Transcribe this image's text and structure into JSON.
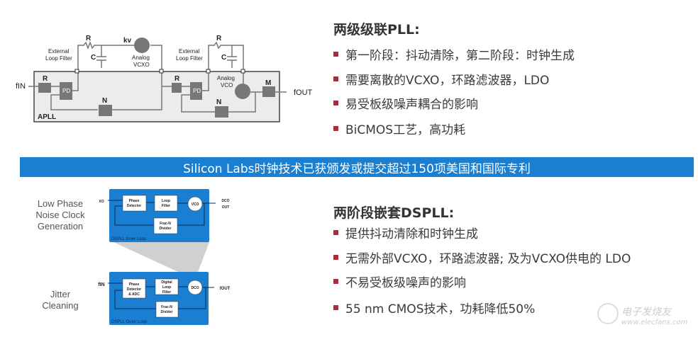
{
  "apll": {
    "fin": "fIN",
    "fout": "fOUT",
    "r": "R",
    "c": "C",
    "n": "N",
    "m": "M",
    "kv": "kv",
    "pd": "PD",
    "ext_loop_filter_1": "External",
    "ext_loop_filter_2": "Loop Filter",
    "vcxo_1": "Analog",
    "vcxo_2": "VCXO",
    "vco_1": "Analog",
    "vco_2": "VCO",
    "box_label": "APLL"
  },
  "section1": {
    "title": "两级级联PLL:",
    "bullets": [
      "第一阶段：抖动清除，第二阶段：时钟生成",
      "需要离散的VCXO，环路滤波器，LDO",
      "易受板级噪声耦合的影响",
      "BiCMOS工艺，高功耗"
    ]
  },
  "banner": {
    "text": "Silicon Labs时钟技术已获颁发或提交超过150项美国和国际专利"
  },
  "dspll": {
    "label_top_1": "Low Phase",
    "label_top_2": "Noise Clock",
    "label_top_3": "Generation",
    "label_bottom_1": "Jitter",
    "label_bottom_2": "Cleaning",
    "xo": "XO",
    "phase_1": "Phase",
    "detector": "Detector",
    "loop": "Loop",
    "filter": "Filter",
    "vco": "VCO",
    "dco_out_1": "DCO",
    "dco_out_2": "OUT",
    "fracn_1": "Frac-N",
    "fracn_2": "Divider",
    "inner_loop": "DSPLL Inner Loop",
    "fin": "fIN",
    "adc": "& ADC",
    "digital": "Digital",
    "dco": "DCO",
    "fout": "fOUT",
    "outer_loop": "DSPLL Outer Loop"
  },
  "section2": {
    "title": "两阶段嵌套DSPLL:",
    "bullets": [
      "提供抖动清除和时钟生成",
      "无需外部VCXO，环路滤波器; 及为VCXO供电的 LDO",
      "不易受板级噪声的影响",
      "55 nm CMOS技术，功耗降低50%"
    ]
  },
  "watermark": {
    "line1": "电子发烧友",
    "line2": "www.elecfans.com"
  },
  "colors": {
    "banner": "#1a7fd0",
    "bullet": "#a0303a",
    "dspll_box": "#1a7fd0"
  }
}
